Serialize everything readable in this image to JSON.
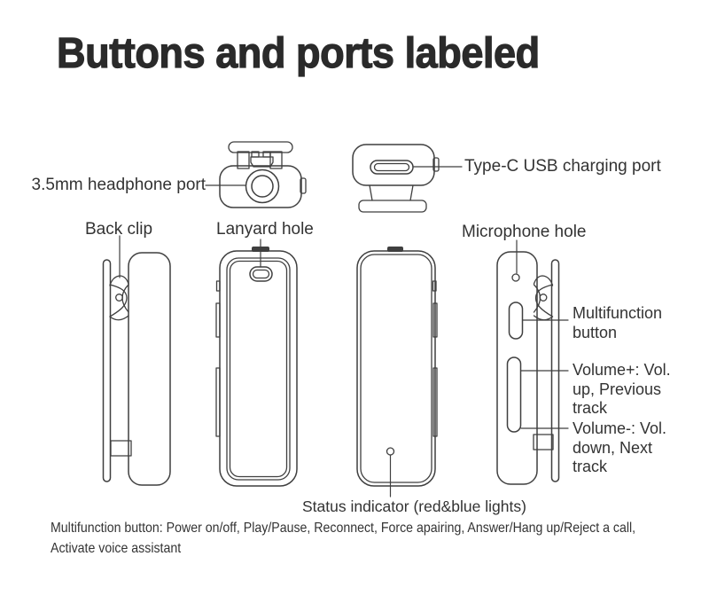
{
  "title": "Buttons and ports labeled",
  "colors": {
    "line": "#3f3f3f",
    "text": "#333333",
    "title": "#2a2a2a",
    "background": "#ffffff",
    "status_lights": "red&blue"
  },
  "callouts": {
    "headphone_port": "3.5mm headphone port",
    "type_c_port": "Type-C USB charging port",
    "back_clip": "Back clip",
    "lanyard_hole": "Lanyard hole",
    "microphone_hole": "Microphone hole",
    "multifunction_button": "Multifunction button",
    "volume_up": "Volume+: Vol. up, Previous track",
    "volume_down": "Volume-: Vol. down, Next track",
    "status_indicator": "Status indicator (red&blue lights)"
  },
  "footnote": {
    "line1": "Multifunction button: Power on/off, Play/Pause, Reconnect, Force apairing, Answer/Hang up/Reject a call,",
    "line2": "Activate voice assistant"
  }
}
